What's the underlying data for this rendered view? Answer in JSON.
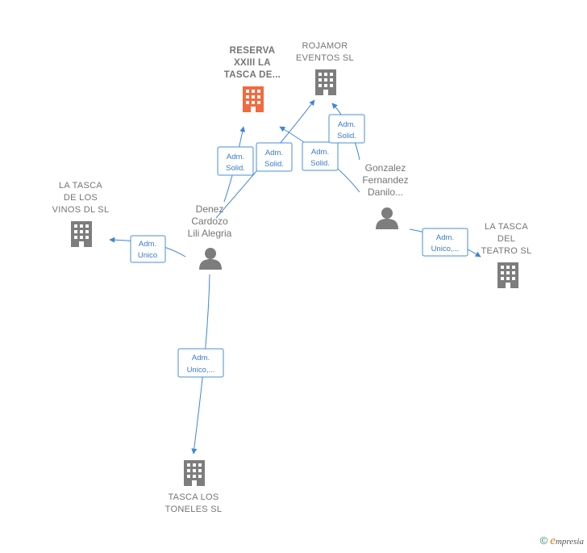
{
  "colors": {
    "main_company": "#f26a3e",
    "company": "#7d7d7d",
    "person": "#7d7d7d",
    "edge": "#3d86d6"
  },
  "nodes": {
    "reserva": {
      "lines": [
        "RESERVA",
        "XXIII LA",
        "TASCA DE..."
      ],
      "type": "company-main"
    },
    "rojamor": {
      "lines": [
        "ROJAMOR",
        "EVENTOS  SL"
      ],
      "type": "company"
    },
    "vinos": {
      "lines": [
        "LA TASCA",
        "DE LOS",
        "VINOS DL  SL"
      ],
      "type": "company"
    },
    "teatro": {
      "lines": [
        "LA TASCA",
        "DEL",
        "TEATRO  SL"
      ],
      "type": "company"
    },
    "toneles": {
      "lines": [
        "TASCA LOS",
        "TONELES  SL"
      ],
      "type": "company"
    },
    "denez": {
      "lines": [
        "Denez",
        "Cardozo",
        "Lili Alegria"
      ],
      "type": "person"
    },
    "gonzalez": {
      "lines": [
        "Gonzalez",
        "Fernandez",
        "Danilo..."
      ],
      "type": "person"
    }
  },
  "edges": [
    {
      "id": "denez-reserva",
      "lines": [
        "Adm.",
        "Solid."
      ]
    },
    {
      "id": "denez-rojamor",
      "lines": [
        "Adm.",
        "Solid."
      ]
    },
    {
      "id": "gonzalez-reserva",
      "lines": [
        "Adm.",
        "Solid."
      ]
    },
    {
      "id": "gonzalez-rojamor",
      "lines": [
        "Adm.",
        "Solid."
      ]
    },
    {
      "id": "denez-vinos",
      "lines": [
        "Adm.",
        "Unico"
      ]
    },
    {
      "id": "gonzalez-teatro",
      "lines": [
        "Adm.",
        "Unico,..."
      ]
    },
    {
      "id": "denez-toneles",
      "lines": [
        "Adm.",
        "Unico,..."
      ]
    }
  ],
  "footer": {
    "copyright": "©",
    "brand_initial": "e",
    "brand_rest": "mpresia"
  }
}
